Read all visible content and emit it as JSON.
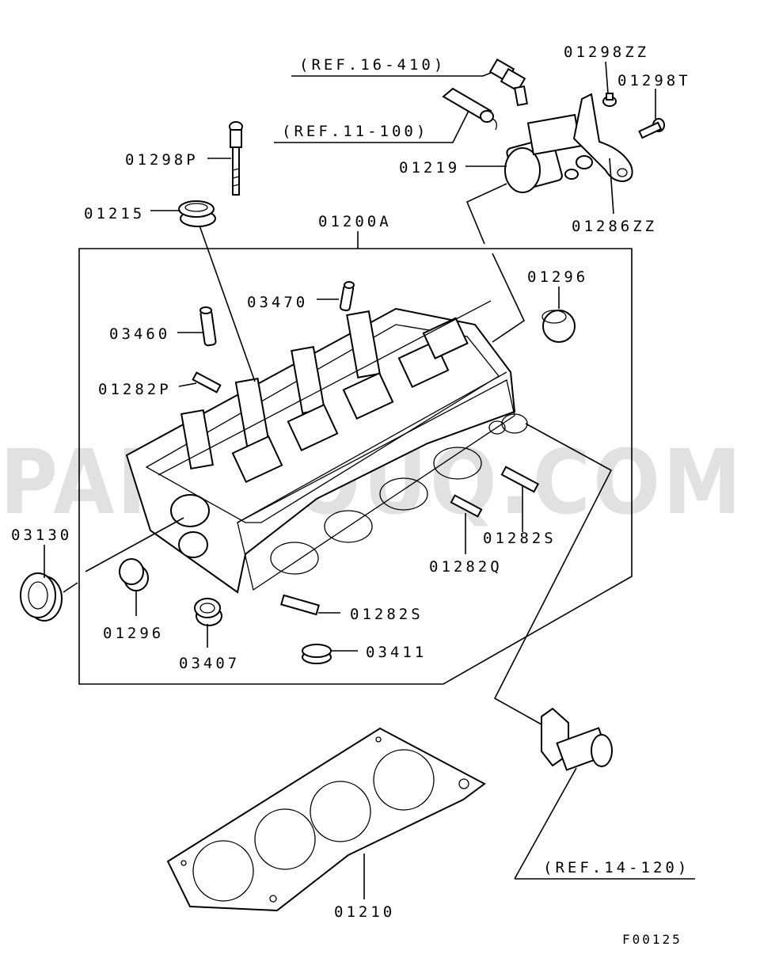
{
  "watermark": "PARTSOUQ.COM",
  "figure_code": "F00125",
  "labels": {
    "ref_16_410": "(REF.16-410)",
    "ref_11_100": "(REF.11-100)",
    "ref_14_120": "(REF.14-120)",
    "p01298ZZ": "01298ZZ",
    "p01298T": "01298T",
    "p01298P": "01298P",
    "p01219": "01219",
    "p01215": "01215",
    "p01286ZZ": "01286ZZ",
    "p01200A": "01200A",
    "p01296_top": "01296",
    "p03470": "03470",
    "p03460": "03460",
    "p01282P": "01282P",
    "p03130": "03130",
    "p01282S_right": "01282S",
    "p01282Q": "01282Q",
    "p01296_left": "01296",
    "p01282S_bottom": "01282S",
    "p03407": "03407",
    "p03411": "03411",
    "p01210": "01210"
  }
}
